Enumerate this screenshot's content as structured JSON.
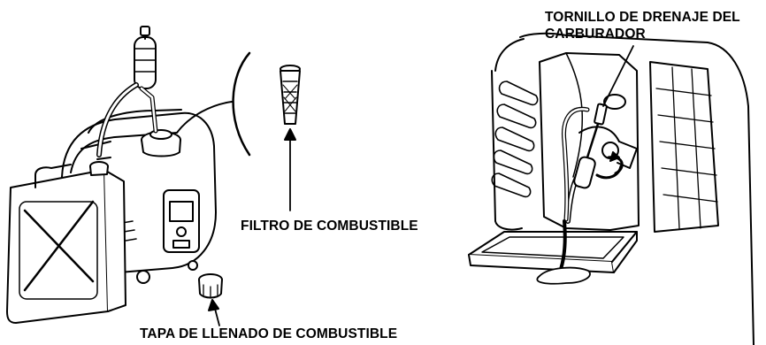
{
  "labels": {
    "fuel_filter": "FILTRO DE COMBUSTIBLE",
    "fuel_fill_cap": "TAPA DE LLENADO DE COMBUSTIBLE",
    "carb_drain_screw_line1": "TORNILLO DE DRENAJE DEL",
    "carb_drain_screw_line2": "CARBURADOR"
  },
  "colors": {
    "line": "#000000",
    "fill": "#ffffff"
  }
}
